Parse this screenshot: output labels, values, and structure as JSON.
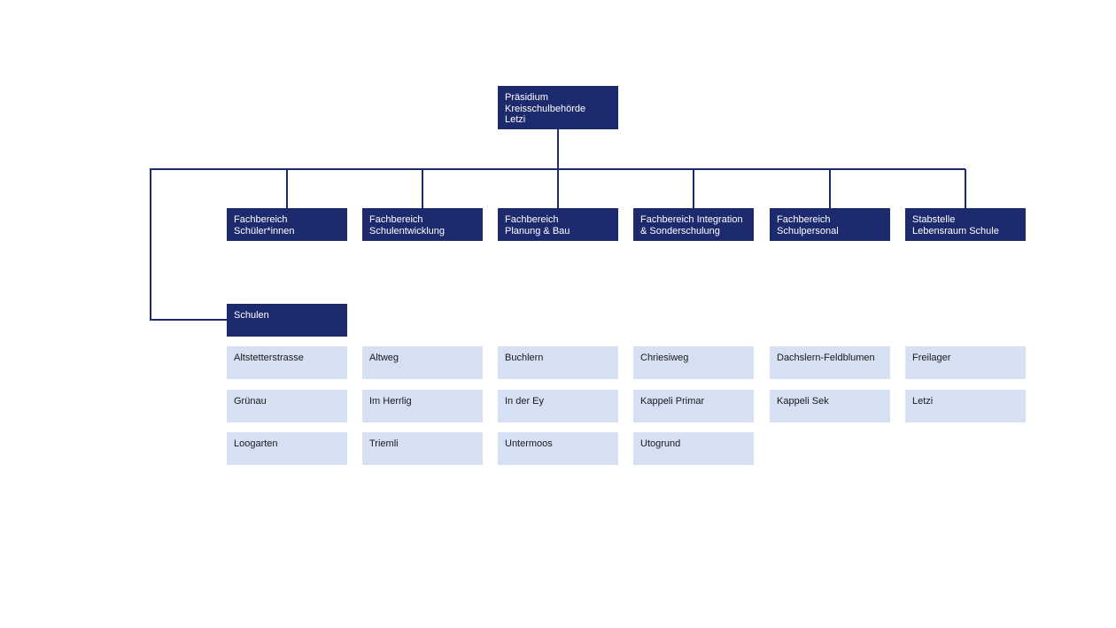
{
  "colors": {
    "dark_box": "#1e2a6e",
    "light_box": "#d5e0f3",
    "line": "#1e2a6e"
  },
  "root": {
    "label": "Präsidium\nKreisschulbehörde\nLetzi"
  },
  "departments": [
    {
      "label": "Fachbereich\nSchüler*innen"
    },
    {
      "label": "Fachbereich\nSchulentwicklung"
    },
    {
      "label": "Fachbereich\nPlanung & Bau"
    },
    {
      "label": "Fachbereich Integration\n& Sonderschulung"
    },
    {
      "label": "Fachbereich\nSchulpersonal"
    },
    {
      "label": "Stabstelle\nLebensraum Schule"
    }
  ],
  "schulen": {
    "label": "Schulen"
  },
  "schools": [
    [
      "Altstetterstrasse",
      "Grünau",
      "Loogarten"
    ],
    [
      "Altweg",
      "Im Herrlig",
      "Triemli"
    ],
    [
      "Buchlern",
      "In der Ey",
      "Untermoos"
    ],
    [
      "Chriesiweg",
      "Kappeli Primar",
      "Utogrund"
    ],
    [
      "Dachslern-Feldblumen",
      "Kappeli Sek"
    ],
    [
      "Freilager",
      "Letzi"
    ]
  ]
}
